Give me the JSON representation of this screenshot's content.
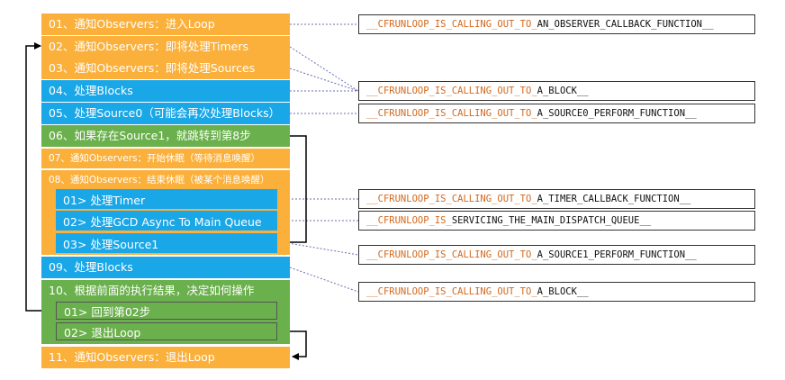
{
  "steps": {
    "s01": "01、通知Observers：进入Loop",
    "s02": "02、通知Observers：即将处理Timers",
    "s03": "03、通知Observers：即将处理Sources",
    "s04": "04、处理Blocks",
    "s05": "05、处理Source0（可能会再次处理Blocks）",
    "s06": "06、如果存在Source1，就跳转到第8步",
    "s07": "07、通知Observers：开始休眠（等待消息唤醒）",
    "s08": "08、通知Observers：结束休眠（被某个消息唤醒）",
    "s08_1": "01> 处理Timer",
    "s08_2": "02> 处理GCD Async To Main Queue",
    "s08_3": "03> 处理Source1",
    "s09": "09、处理Blocks",
    "s10": "10、根据前面的执行结果，决定如何操作",
    "s10_1": "01> 回到第02步",
    "s10_2": "02> 退出Loop",
    "s11": "11、通知Observers：退出Loop"
  },
  "functions": [
    {
      "prefix": "__CFRUNLOOP_IS_CALLING_OUT_TO_",
      "suffix": "AN_OBSERVER_CALLBACK_FUNCTION__"
    },
    {
      "prefix": "__CFRUNLOOP_IS_CALLING_OUT_TO_",
      "suffix": "A_BLOCK__"
    },
    {
      "prefix": "__CFRUNLOOP_IS_CALLING_OUT_TO_",
      "suffix": "A_SOURCE0_PERFORM_FUNCTION__"
    },
    {
      "prefix": "__CFRUNLOOP_IS_CALLING_OUT_TO_",
      "suffix": "A_TIMER_CALLBACK_FUNCTION__"
    },
    {
      "prefix": "__CFRUNLOOP_IS_",
      "suffix": "SERVICING_THE_MAIN_DISPATCH_QUEUE__"
    },
    {
      "prefix": "__CFRUNLOOP_IS_CALLING_OUT_TO_",
      "suffix": "A_SOURCE1_PERFORM_FUNCTION__"
    },
    {
      "prefix": "__CFRUNLOOP_IS_CALLING_OUT_TO_",
      "suffix": "A_BLOCK__"
    }
  ],
  "colors": {
    "observer_step": "#fbb03b",
    "processing_step": "#1aa7e8",
    "decision_step": "#6ab04c",
    "function_prefix": "#d2691e"
  }
}
